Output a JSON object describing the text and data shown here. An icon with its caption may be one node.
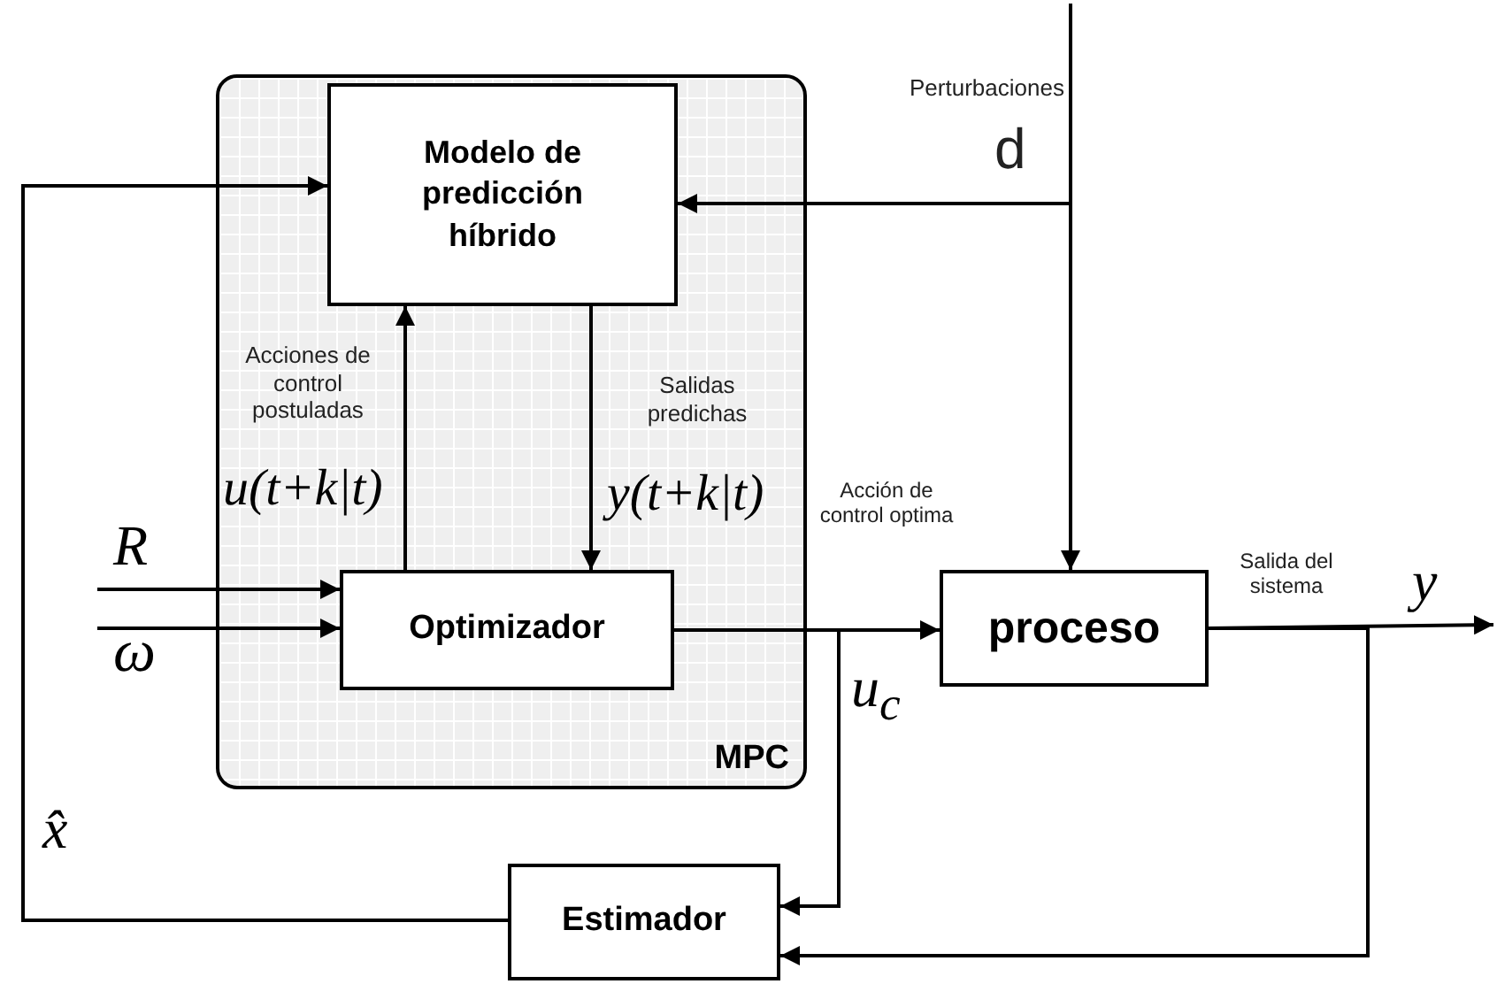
{
  "diagram": {
    "nodes": [
      {
        "text": [
          "MPC"
        ]
      },
      {
        "text": [
          "Modelo de predicción híbrido"
        ],
        "in": 0
      },
      {
        "text": [
          "Optimizador"
        ],
        "in": 0
      },
      {
        "text": [
          "proceso"
        ]
      },
      {
        "text": [
          "Estimador"
        ]
      }
    ],
    "edges": [
      {
        "from": 2,
        "to": 1,
        "arrow": "to",
        "label": "Acciones de control postuladas"
      },
      {
        "from": 1,
        "to": 2,
        "arrow": "to",
        "label": "Salidas predichas"
      },
      {
        "from": null,
        "to": 1,
        "arrow": "to"
      },
      {
        "from": null,
        "to": 3,
        "arrow": "to"
      },
      {
        "from": null,
        "to": 2,
        "arrow": "to"
      },
      {
        "from": null,
        "to": 2,
        "arrow": "to"
      },
      {
        "from": 2,
        "to": 3,
        "arrow": "to",
        "label": "Acción de control optima"
      },
      {
        "from": 2,
        "to": 4,
        "arrow": "to"
      },
      {
        "from": 3,
        "to": null,
        "arrow": "to",
        "label": "Salida del sistema"
      },
      {
        "from": 3,
        "to": 4,
        "arrow": "to"
      },
      {
        "from": 4,
        "to": 1,
        "arrow": "to"
      }
    ],
    "labels": [
      "Perturbaciones",
      "d",
      "u(t+k|t)",
      "y(t+k|t)",
      "R",
      "ω",
      "u$_{c}$",
      "x̂",
      "y"
    ]
  }
}
